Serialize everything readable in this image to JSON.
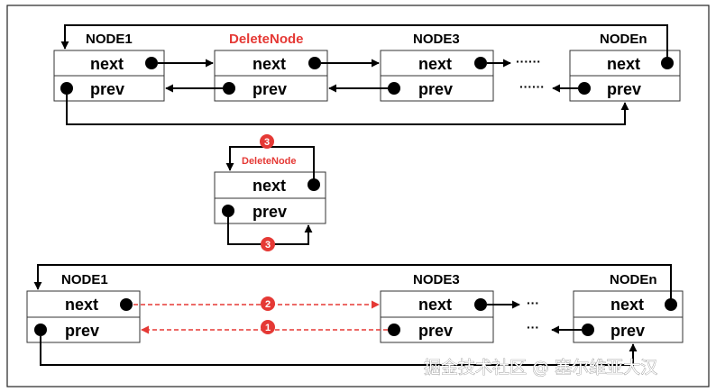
{
  "nodes": {
    "top_node1": "NODE1",
    "top_delete": "DeleteNode",
    "top_node3": "NODE3",
    "top_noden": "NODEn",
    "mid_delete": "DeleteNode",
    "bot_node1": "NODE1",
    "bot_node3": "NODE3",
    "bot_noden": "NODEn"
  },
  "fields": {
    "next": "next",
    "prev": "prev"
  },
  "ellipsis": {
    "top_next": "······",
    "top_prev": "······",
    "bot_next": "···",
    "bot_prev": "···"
  },
  "steps": {
    "mid_top": "3",
    "mid_bottom": "3",
    "bot_next": "2",
    "bot_prev": "1"
  },
  "watermark": "掘金技术社区 @ 塞尔维亚大汉",
  "colors": {
    "highlight": "#e53935",
    "line": "#000000",
    "border": "#333333"
  }
}
